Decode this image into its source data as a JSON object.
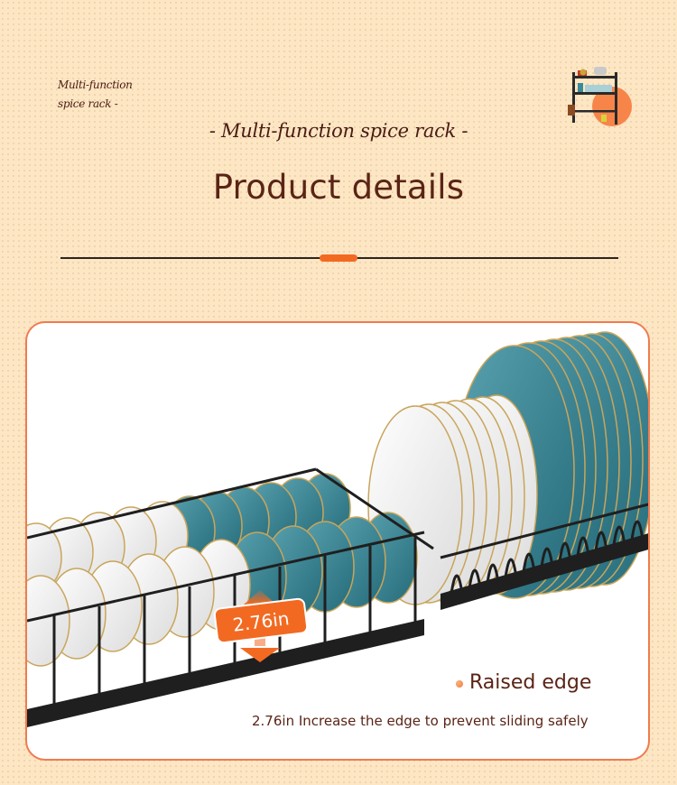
{
  "header": {
    "corner_label_line1": "Multi-function",
    "corner_label_line2": "spice rack -",
    "subtitle": "- Multi-function spice rack -",
    "title": "Product details",
    "thumbnail_icon": "dish-rack-thumbnail"
  },
  "feature": {
    "badge_value": "2.76in",
    "title": "Raised edge",
    "description": "2.76in Increase the edge to prevent sliding safely",
    "bullet_icon": "orange-dot"
  },
  "colors": {
    "background": "#fde6c4",
    "accent": "#f26a22",
    "card_border": "#ef7b4f",
    "text_brown": "#5a2415",
    "plate_teal": "#2f7f8f",
    "rack_black": "#1e1e1e"
  }
}
